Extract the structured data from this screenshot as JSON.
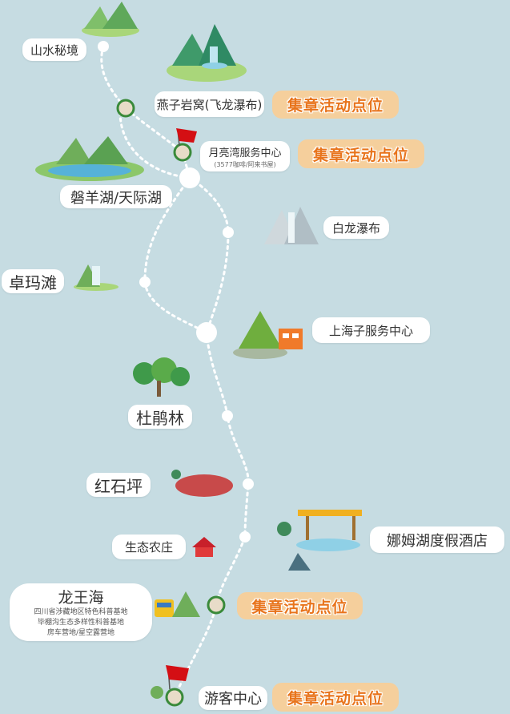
{
  "colors": {
    "background": "#c6dce2",
    "stamp_bg": "#f5cf9c",
    "stamp_text": "#e8741c",
    "flag": "#d40f14",
    "path": "#ffffff"
  },
  "stamp_label": "集章活动点位",
  "places": {
    "shanshui": "山水秘境",
    "yanzi": "燕子岩窝(飞龙瀑布)",
    "yueliang": "月亮湾服务中心",
    "yueliang_sub": "(3577咖啡/阿来书屋)",
    "panyang": "磐羊湖/天际湖",
    "bailong": "白龙瀑布",
    "zhuoma": "卓玛滩",
    "shanghaizi": "上海子服务中心",
    "dujuan": "杜鹃林",
    "hongshi": "红石坪",
    "shengtai": "生态农庄",
    "namu": "娜姆湖度假酒店",
    "longwang": "龙王海",
    "longwang_sub": [
      "四川省涉藏地区特色科普基地",
      "毕棚沟生态多样性科普基地",
      "房车营地/星空露营地"
    ],
    "youke": "游客中心"
  }
}
